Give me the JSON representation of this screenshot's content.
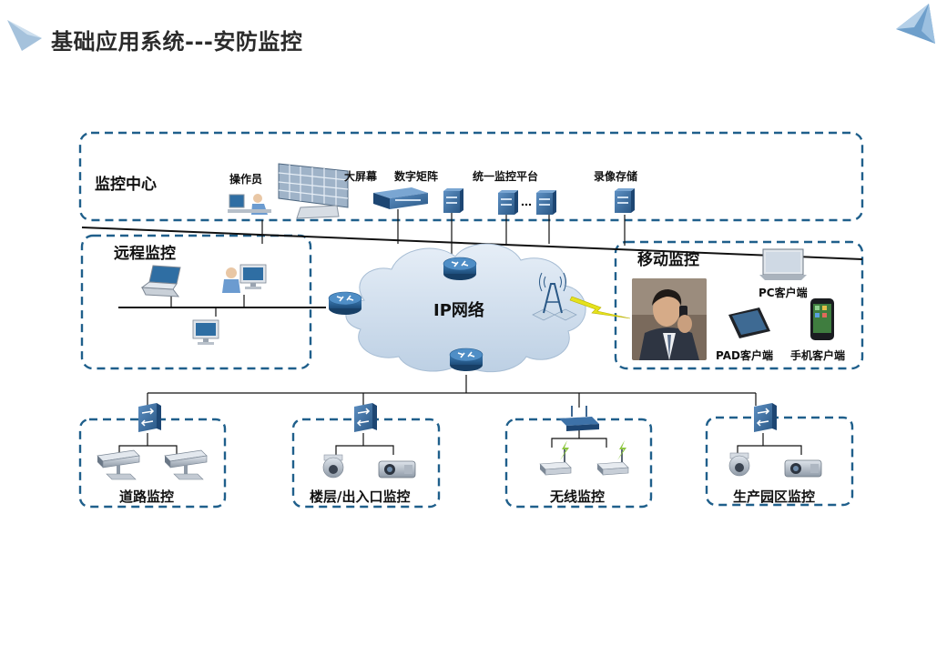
{
  "page": {
    "title": "基础应用系统---安防监控"
  },
  "monitor_center": {
    "label": "监控中心",
    "items": {
      "operator": "操作员",
      "big_screen": "大屏幕",
      "matrix": "数字矩阵",
      "platform": "统一监控平台",
      "storage": "录像存储"
    }
  },
  "remote": {
    "label": "远程监控"
  },
  "network": {
    "label": "IP网络"
  },
  "mobile": {
    "label": "移动监控",
    "pc": "PC客户端",
    "pad": "PAD客户端",
    "phone": "手机客户端"
  },
  "sites": {
    "road": "道路监控",
    "building": "楼层/出入口监控",
    "wireless": "无线监控",
    "park": "生产园区监控"
  },
  "colors": {
    "accent": "#1f5f8b",
    "device": "#2f6ea3",
    "cloud": "#c9d9ea"
  }
}
